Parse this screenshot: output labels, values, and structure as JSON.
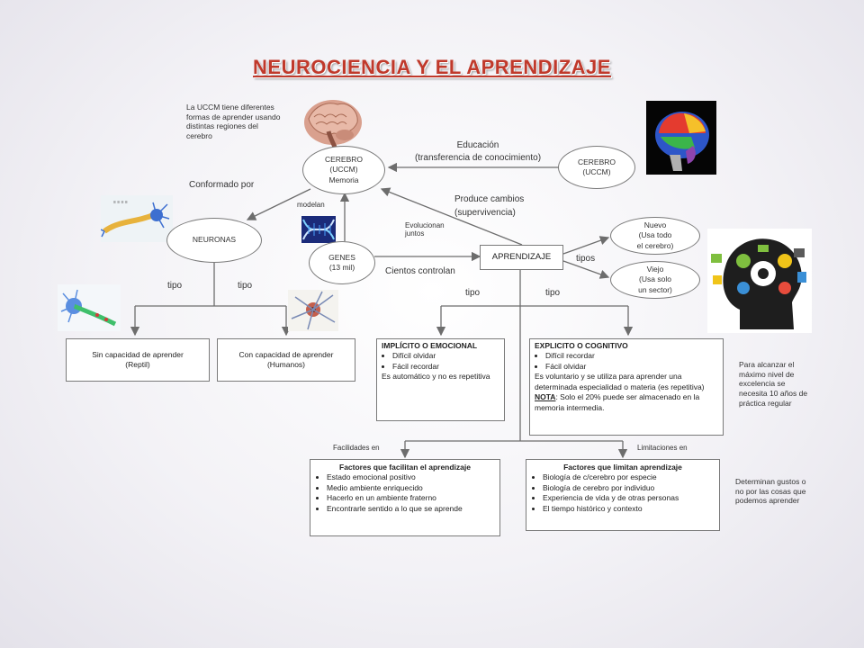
{
  "title": "NEUROCIENCIA Y EL APRENDIZAJE",
  "notes": {
    "uccm": "La UCCM tiene diferentes formas de aprender usando distintas regiones del cerebro",
    "excelencia": "Para alcanzar el máximo nivel de excelencia se necesita 10 años de práctica regular",
    "gustos": "Determinan gustos o no por las cosas que podemos aprender"
  },
  "nodes": {
    "cerebro_memoria": "CEREBRO\n(UCCM)\nMemoria",
    "cerebro_uccm": "CEREBRO\n(UCCM)",
    "neuronas": "NEURONAS",
    "genes": "GENES\n(13 mil)",
    "aprendizaje": "APRENDIZAJE",
    "nuevo": "Nuevo\n(Usa todo\nel cerebro)",
    "viejo": "Viejo\n(Usa solo\nun sector)",
    "sin_capacidad": "Sin capacidad de aprender\n(Reptil)",
    "con_capacidad": "Con capacidad de aprender\n(Humanos)"
  },
  "labels": {
    "educacion": "Educación\n(transferencia de conocimiento)",
    "conformado": "Conformado por",
    "produce": "Produce cambios\n(supervivencia)",
    "modelan": "modelan",
    "evolucionan": "Evolucionan\njuntos",
    "cientos": "Cientos controlan",
    "tipos": "tipos",
    "tipo": "tipo",
    "facilidades": "Facilidades en",
    "limitaciones": "Limitaciones en"
  },
  "implicito": {
    "heading": "IMPLÍCITO O EMOCIONAL",
    "items": [
      "Difícil olvidar",
      "Fácil recordar"
    ],
    "text": "Es automático y no es repetitiva"
  },
  "explicito": {
    "heading": "EXPLICITO O COGNITIVO",
    "items": [
      "Difícil recordar",
      "Fácil olvidar"
    ],
    "text": "Es voluntario y se utiliza para aprender una determinada especialidad o materia (es repetitiva)",
    "nota_label": "NOTA",
    "nota_text": ": Solo el 20% puede ser almacenado en la memoria intermedia."
  },
  "facilitan": {
    "heading": "Factores que facilitan el aprendizaje",
    "items": [
      "Estado emocional positivo",
      "Medio ambiente enriquecido",
      "Hacerlo en un ambiente fraterno",
      "Encontrarle sentido a lo que se aprende"
    ]
  },
  "limitan": {
    "heading": "Factores que limitan aprendizaje",
    "items": [
      "Biología de c/cerebro por especie",
      "Biología de cerebro por individuo",
      "Experiencia de vida y de otras personas",
      "El tiempo histórico y contexto"
    ]
  },
  "icons": [
    "brain-anatomy-icon",
    "brain-colorful-icon",
    "neuron-diagram-icon",
    "dna-icon",
    "neuron-reptile-icon",
    "neuron-human-icon",
    "head-gears-icon"
  ],
  "colors": {
    "title": "#c0392b",
    "line": "#6d6d6d"
  }
}
